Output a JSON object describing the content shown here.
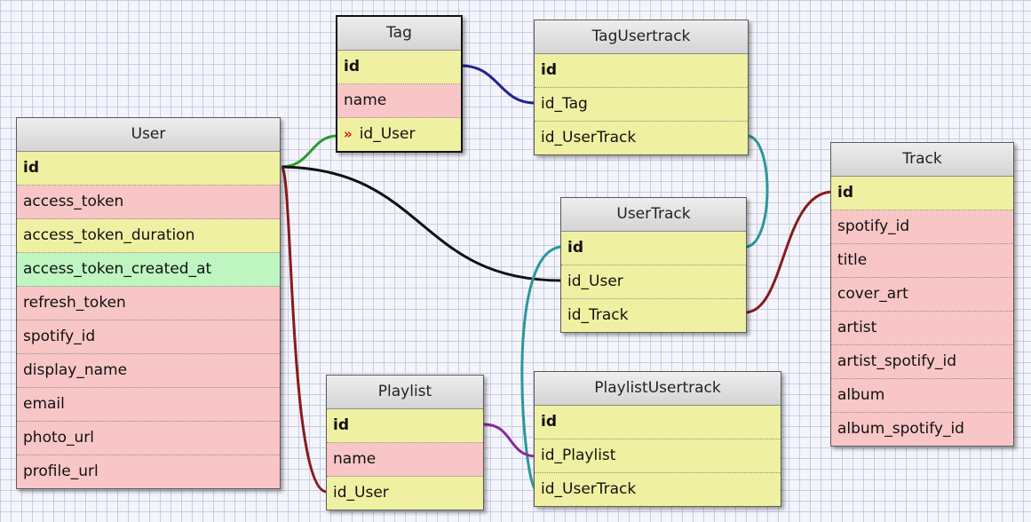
{
  "tables": {
    "tag": {
      "name": "Tag",
      "fields": [
        "id",
        "name",
        "id_User"
      ]
    },
    "tagusertrack": {
      "name": "TagUsertrack",
      "fields": [
        "id",
        "id_Tag",
        "id_UserTrack"
      ]
    },
    "user": {
      "name": "User",
      "fields": [
        "id",
        "access_token",
        "access_token_duration",
        "access_token_created_at",
        "refresh_token",
        "spotify_id",
        "display_name",
        "email",
        "photo_url",
        "profile_url"
      ]
    },
    "track": {
      "name": "Track",
      "fields": [
        "id",
        "spotify_id",
        "title",
        "cover_art",
        "artist",
        "artist_spotify_id",
        "album",
        "album_spotify_id"
      ]
    },
    "usertrack": {
      "name": "UserTrack",
      "fields": [
        "id",
        "id_User",
        "id_Track"
      ]
    },
    "playlist": {
      "name": "Playlist",
      "fields": [
        "id",
        "name",
        "id_User"
      ]
    },
    "playlistusertrack": {
      "name": "PlaylistUsertrack",
      "fields": [
        "id",
        "id_Playlist",
        "id_UserTrack"
      ]
    }
  },
  "fk_marker": "»",
  "link_colors": {
    "tag_user": "#2e9a2e",
    "tag_tagusertrack": "#23238f",
    "user_usertrack": "#111111",
    "user_playlist": "#8a1a1a",
    "usertrack_tagusertrack": "#2a9898",
    "usertrack_playlistusertrack": "#2a9898",
    "track_usertrack": "#8a1a1a",
    "playlist_playlistusertrack": "#8a2a9a"
  }
}
